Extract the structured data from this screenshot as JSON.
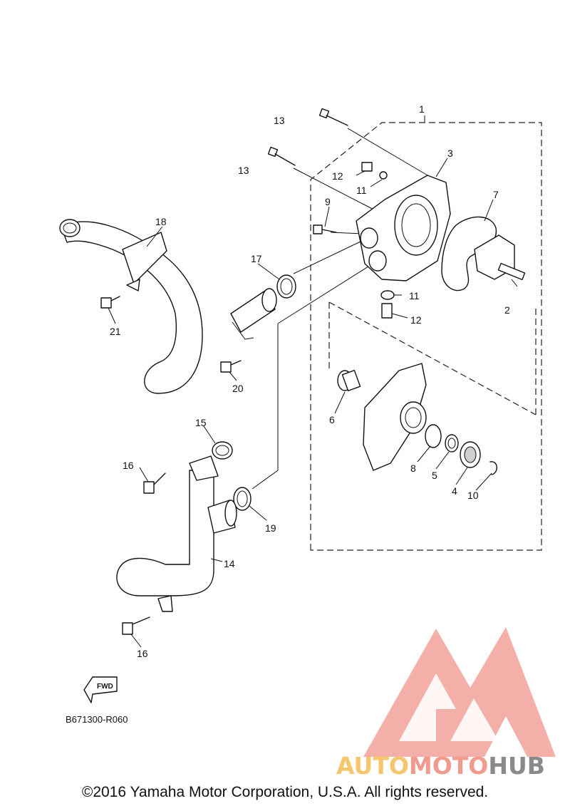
{
  "diagram": {
    "part_code": "B671300-R060",
    "fwd_label": "FWD",
    "callouts": {
      "c1": "1",
      "c2": "2",
      "c3": "3",
      "c4": "4",
      "c5": "5",
      "c6": "6",
      "c7": "7",
      "c8": "8",
      "c9": "9",
      "c10": "10",
      "c11a": "11",
      "c11b": "11",
      "c12a": "12",
      "c12b": "12",
      "c13a": "13",
      "c13b": "13",
      "c14": "14",
      "c15": "15",
      "c16a": "16",
      "c16b": "16",
      "c17": "17",
      "c18": "18",
      "c19": "19",
      "c20": "20",
      "c21": "21"
    }
  },
  "watermark": {
    "part1": "AUTO",
    "part2": "MOTO",
    "part3": "HUB",
    "colors": {
      "auto": "#f6c56c",
      "moto": "#f19a8e",
      "hub": "#8a8a8a",
      "logo": "#f3a39a"
    }
  },
  "footer": {
    "copyright": "©2016 Yamaha Motor Corporation, U.S.A. All rights reserved."
  }
}
